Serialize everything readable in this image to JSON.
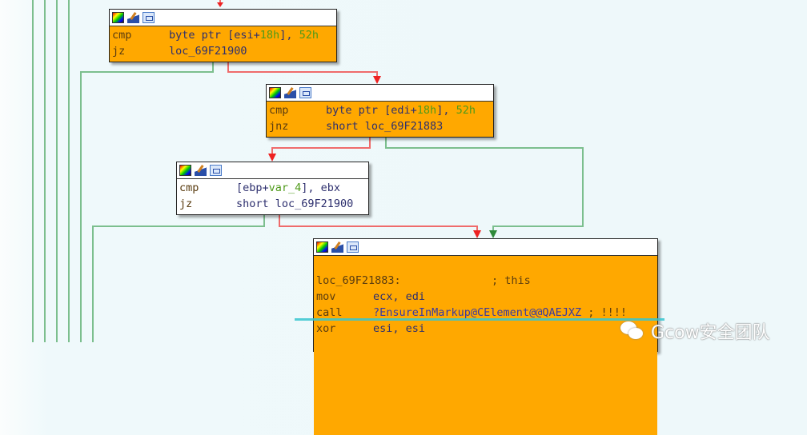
{
  "colors": {
    "node_fill": "#ffa800",
    "true_edge": "#3a9a4a",
    "false_edge": "#e53a3a",
    "flow_line": "#7cbf8e",
    "highlight": "#37c6cf"
  },
  "nodes": [
    {
      "icons": [
        "color-icon",
        "pen-icon",
        "graph-icon"
      ],
      "lines": [
        {
          "mnemonic": "cmp",
          "op_pre": "byte ptr [esi+",
          "op_num": "18h",
          "op_mid": "], ",
          "op_num2": "52h"
        },
        {
          "mnemonic": "jz",
          "op": "loc_69F21900"
        }
      ]
    },
    {
      "icons": [
        "color-icon",
        "pen-icon",
        "graph-icon"
      ],
      "lines": [
        {
          "mnemonic": "cmp",
          "op_pre": "byte ptr [edi+",
          "op_num": "18h",
          "op_mid": "], ",
          "op_num2": "52h"
        },
        {
          "mnemonic": "jnz",
          "op": "short loc_69F21883"
        }
      ]
    },
    {
      "icons": [
        "color-icon",
        "pen-icon",
        "graph-icon"
      ],
      "lines": [
        {
          "mnemonic": "cmp",
          "op_pre": "[ebp+",
          "op_num": "var_4",
          "op_mid": "], ebx"
        },
        {
          "mnemonic": "jz",
          "op": "short loc_69F21900"
        }
      ]
    },
    {
      "icons": [
        "color-icon",
        "pen-icon",
        "graph-icon"
      ],
      "label": "loc_69F21883:",
      "label_comment": "; this",
      "lines": [
        {
          "mnemonic": "mov",
          "op": "ecx, edi"
        },
        {
          "mnemonic": "call",
          "op": "?EnsureInMarkup@CElement@@QAEJXZ",
          "comment": "; !!!!"
        },
        {
          "mnemonic": "xor",
          "op": "esi, esi"
        }
      ]
    }
  ],
  "watermark": "Gcow安全团队"
}
